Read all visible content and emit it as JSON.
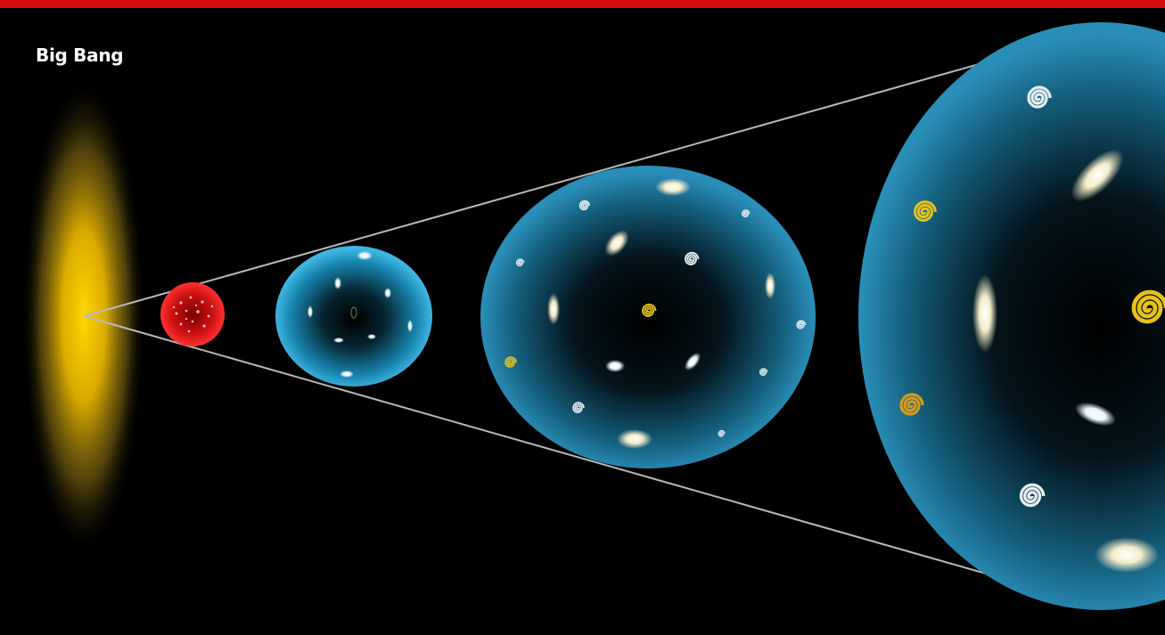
{
  "caption": "Big Bang",
  "colors": {
    "accent_bar": "#d50a0a",
    "background": "#000000",
    "bubble_blue": "#1d97c9",
    "origin_glow": "#ffd400",
    "early_universe": "#e01818",
    "cone_lines": "#b9b9b9"
  },
  "stages": [
    {
      "name": "origin-glow"
    },
    {
      "name": "early-universe-sphere"
    },
    {
      "name": "small-universe-bubble"
    },
    {
      "name": "medium-universe-bubble"
    },
    {
      "name": "large-universe-bubble"
    }
  ],
  "galaxy_icons": [
    "spiral-galaxy-icon",
    "elliptical-galaxy-icon"
  ]
}
